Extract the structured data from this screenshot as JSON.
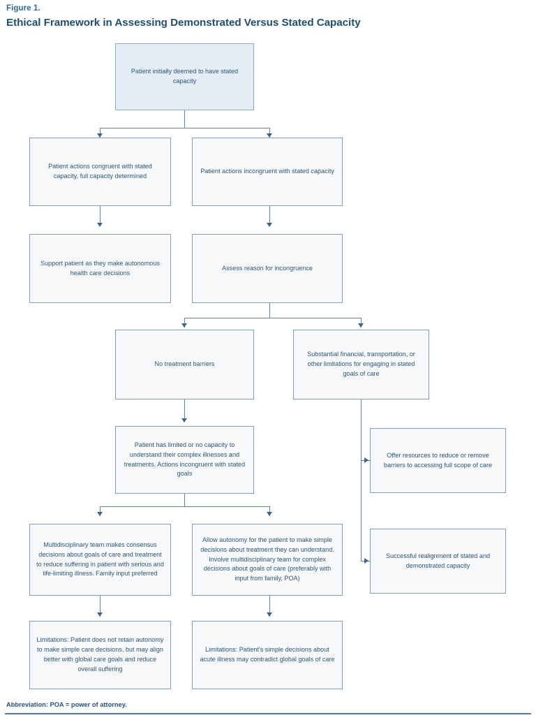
{
  "figure": {
    "label": "Figure 1.",
    "title": "Ethical Framework in Assessing Demonstrated Versus Stated Capacity",
    "footnote": "Abbreviation: POA = power of attorney."
  },
  "colors": {
    "title_text": "#1f4e6e",
    "label_text": "#2e6a94",
    "node_text": "#2b5679",
    "node_fill": "#f7f8f9",
    "node_fill_accent": "#e4edf6",
    "node_border": "#7f9fbb",
    "connector": "#5d83a5",
    "arrow": "#3e6488",
    "rule": "#4e7ba6"
  },
  "chart_data": {
    "type": "diagram",
    "diagram_type": "flowchart",
    "title": "Ethical Framework in Assessing Demonstrated Versus Stated Capacity",
    "orientation": "top-down",
    "nodes": [
      {
        "id": "n1",
        "text": "Patient initially deemed to have stated capacity",
        "style": "accent",
        "level": 1
      },
      {
        "id": "n2",
        "text": "Patient actions congruent with stated capacity, full capacity determined",
        "style": "default",
        "level": 2
      },
      {
        "id": "n3",
        "text": "Patient actions incongruent with stated capacity",
        "style": "default",
        "level": 2
      },
      {
        "id": "n4",
        "text": "Support patient as they make autonomous health care decisions",
        "style": "default",
        "level": 3
      },
      {
        "id": "n5",
        "text": "Assess reason for incongruence",
        "style": "default",
        "level": 3
      },
      {
        "id": "n6",
        "text": "No treatment barriers",
        "style": "default",
        "level": 4
      },
      {
        "id": "n7",
        "text": "Substantial financial, transportation, or other limitations for engaging in stated goals of care",
        "style": "default",
        "level": 4
      },
      {
        "id": "n8",
        "text": "Patient has limited or no capacity to understand their complex illnesses and treatments. Actions incongruent with stated goals",
        "style": "default",
        "level": 5
      },
      {
        "id": "n9",
        "text": "Offer resources to reduce or remove barriers to accessing full scope of care",
        "style": "default",
        "level": 5
      },
      {
        "id": "n10",
        "text": "Multidisciplinary team makes consensus decisions about goals of care and treatment to reduce suffering in patient with serious and life-limiting illness. Family input preferred",
        "style": "default",
        "level": 6
      },
      {
        "id": "n11",
        "text": "Allow autonomy for the patient to make simple decisions about treatment they can understand. Involve multidisciplinary team for complex decisions about goals of care (preferably with input from family, POA)",
        "style": "default",
        "level": 6
      },
      {
        "id": "n12",
        "text": "Successful realignment of stated and demonstrated capacity",
        "style": "default",
        "level": 6
      },
      {
        "id": "n13",
        "text": "Limitations: Patient does not retain autonomy to make simple care decisions, but may align better with global care goals and reduce overall suffering",
        "style": "default",
        "level": 7
      },
      {
        "id": "n14",
        "text": "Limitations: Patient's simple decisions about acute illness may contradict global goals of care",
        "style": "default",
        "level": 7
      }
    ],
    "edges": [
      {
        "from": "n1",
        "to": "n2",
        "type": "elbow-down"
      },
      {
        "from": "n1",
        "to": "n3",
        "type": "elbow-down"
      },
      {
        "from": "n2",
        "to": "n4",
        "type": "straight-down"
      },
      {
        "from": "n3",
        "to": "n5",
        "type": "straight-down"
      },
      {
        "from": "n5",
        "to": "n6",
        "type": "elbow-down"
      },
      {
        "from": "n5",
        "to": "n7",
        "type": "elbow-down"
      },
      {
        "from": "n6",
        "to": "n8",
        "type": "straight-down"
      },
      {
        "from": "n7",
        "to": "n9",
        "type": "elbow-right"
      },
      {
        "from": "n7",
        "to": "n12",
        "type": "elbow-right"
      },
      {
        "from": "n8",
        "to": "n10",
        "type": "elbow-down"
      },
      {
        "from": "n8",
        "to": "n11",
        "type": "elbow-down"
      },
      {
        "from": "n10",
        "to": "n13",
        "type": "straight-down"
      },
      {
        "from": "n11",
        "to": "n14",
        "type": "straight-down"
      }
    ]
  }
}
